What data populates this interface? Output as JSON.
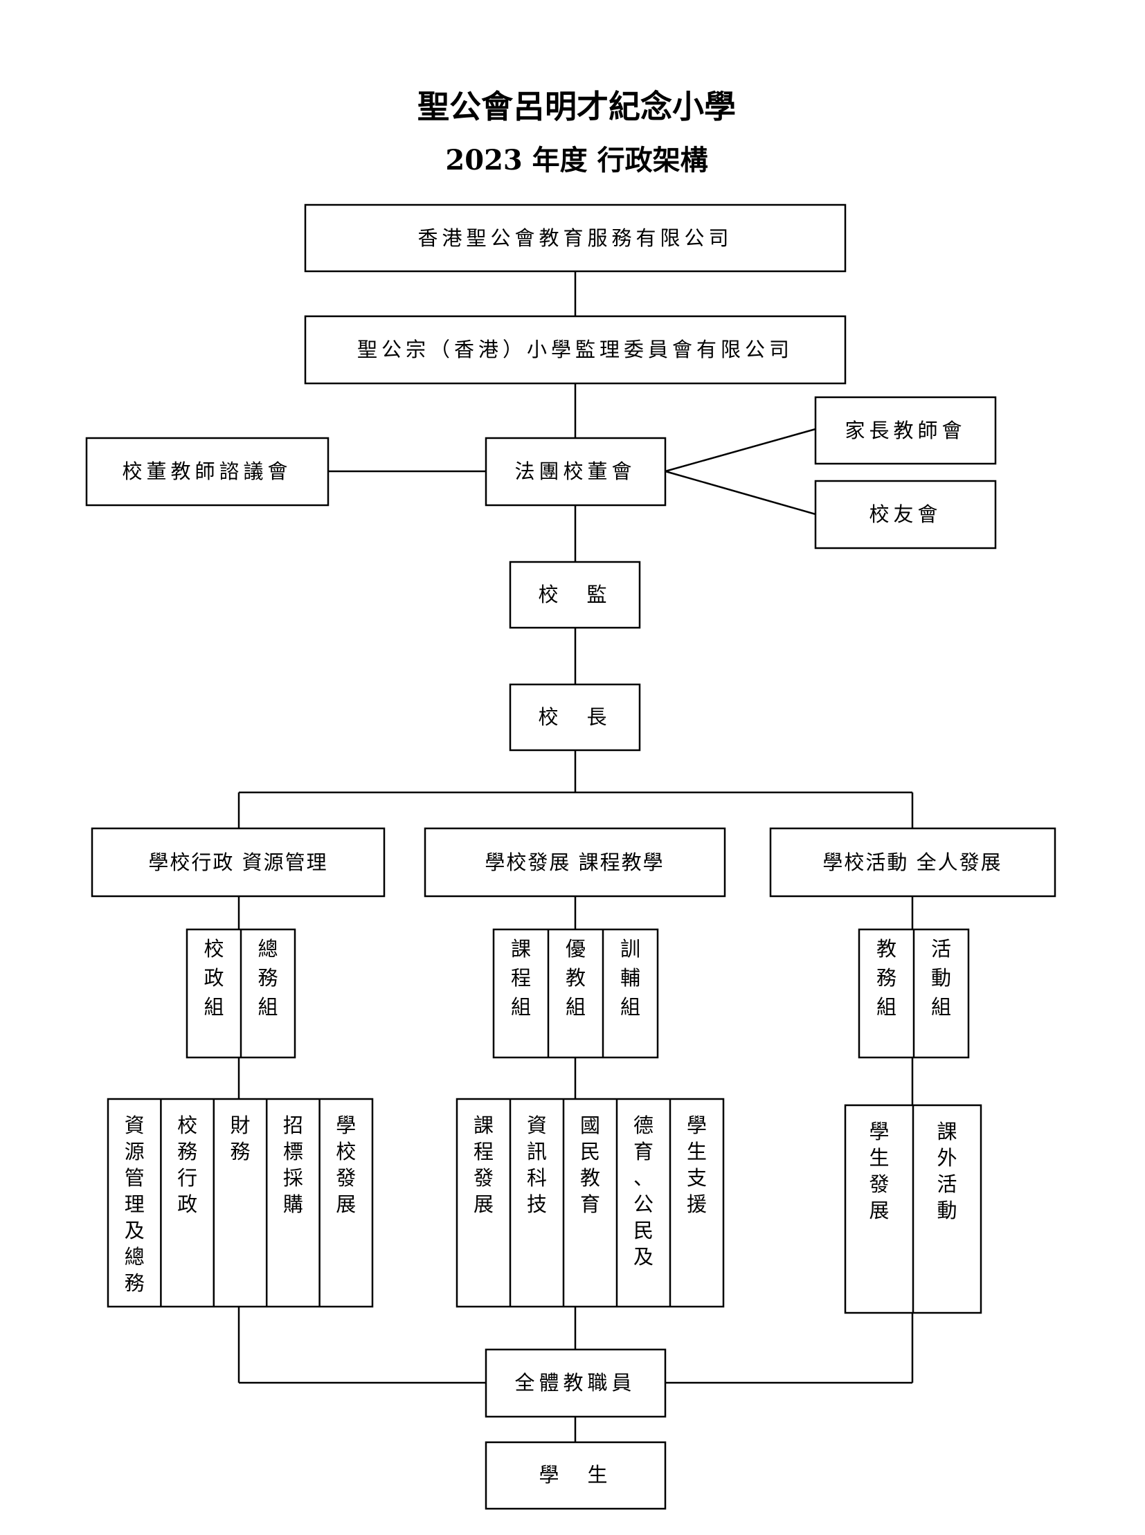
{
  "title": "聖公會呂明才紀念小學",
  "subtitle": "2023 年度 行政架構",
  "nodes": {
    "company": "香港聖公會教育服務有限公司",
    "committee": "聖公宗（香港）小學監理委員會有限公司",
    "school_board": "法團校董會",
    "teacher_council": "校董教師諮議會",
    "pta": "家長教師會",
    "alumni": "校友會",
    "supervisor": "校　監",
    "principal": "校　長",
    "admin_branch": "學校行政  資源管理",
    "dev_branch": "學校發展  課程教學",
    "activity_branch": "學校活動  全人發展",
    "all_staff": "全體教職員",
    "students": "學　生"
  },
  "groups": {
    "admin": [
      "校政組",
      "總務組"
    ],
    "dev": [
      "課程組",
      "優教組",
      "訓輔組"
    ],
    "activity": [
      "教務組",
      "活動組"
    ]
  },
  "units": {
    "admin": [
      "資源管理及總務",
      "校務行政",
      "財務",
      "招標採購",
      "學校發展"
    ],
    "dev": [
      "課程發展",
      "資訊科技",
      "國民教育",
      "德育、公民及",
      "學生支援"
    ],
    "activity": [
      "學生發展",
      "課外活動"
    ]
  }
}
